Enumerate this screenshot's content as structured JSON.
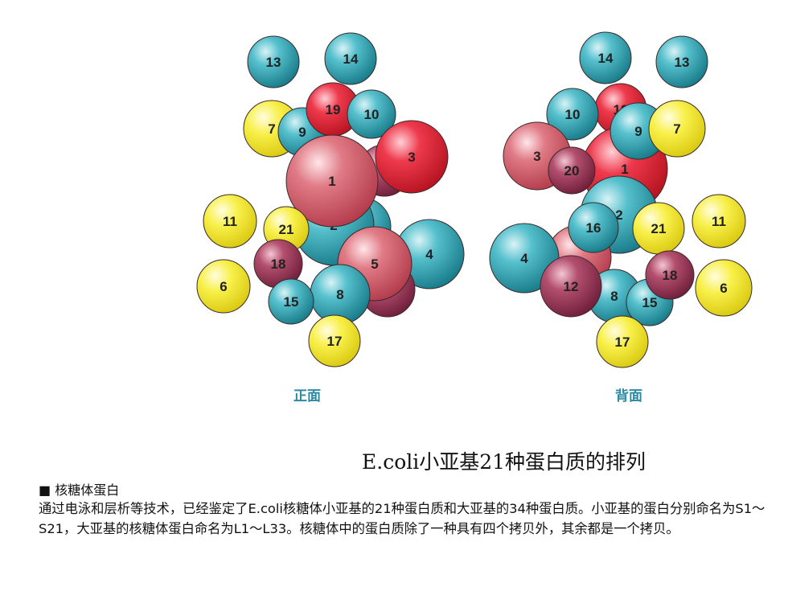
{
  "views": [
    {
      "label": "正面",
      "spheres": [
        {
          "n": "13",
          "c": "cyan"
        },
        {
          "n": "14",
          "c": "cyan"
        },
        {
          "n": "7",
          "c": "yellow"
        },
        {
          "n": "9",
          "c": "cyan"
        },
        {
          "n": "19",
          "c": "red"
        },
        {
          "n": "10",
          "c": "cyan"
        },
        {
          "n": "",
          "c": "dark"
        },
        {
          "n": "3",
          "c": "red"
        },
        {
          "n": "",
          "c": "cyan"
        },
        {
          "n": "2",
          "c": "cyan"
        },
        {
          "n": "1",
          "c": "pink"
        },
        {
          "n": "11",
          "c": "yellow"
        },
        {
          "n": "21",
          "c": "yellow"
        },
        {
          "n": "4",
          "c": "cyan"
        },
        {
          "n": "",
          "c": "dark"
        },
        {
          "n": "5",
          "c": "pink"
        },
        {
          "n": "18",
          "c": "dark"
        },
        {
          "n": "6",
          "c": "yellow"
        },
        {
          "n": "8",
          "c": "cyan"
        },
        {
          "n": "15",
          "c": "cyan"
        },
        {
          "n": "17",
          "c": "yellow"
        }
      ]
    },
    {
      "label": "背面",
      "spheres": [
        {
          "n": "14",
          "c": "cyan"
        },
        {
          "n": "13",
          "c": "cyan"
        },
        {
          "n": "19",
          "c": "red"
        },
        {
          "n": "10",
          "c": "cyan"
        },
        {
          "n": "1",
          "c": "red"
        },
        {
          "n": "3",
          "c": "pink"
        },
        {
          "n": "9",
          "c": "cyan"
        },
        {
          "n": "7",
          "c": "yellow"
        },
        {
          "n": "20",
          "c": "dark"
        },
        {
          "n": "2",
          "c": "cyan"
        },
        {
          "n": "",
          "c": "pink"
        },
        {
          "n": "4",
          "c": "cyan"
        },
        {
          "n": "16",
          "c": "cyan"
        },
        {
          "n": "21",
          "c": "yellow"
        },
        {
          "n": "11",
          "c": "yellow"
        },
        {
          "n": "8",
          "c": "cyan"
        },
        {
          "n": "15",
          "c": "cyan"
        },
        {
          "n": "12",
          "c": "dark"
        },
        {
          "n": "18",
          "c": "dark"
        },
        {
          "n": "6",
          "c": "yellow"
        },
        {
          "n": "17",
          "c": "yellow"
        }
      ]
    }
  ],
  "colors": {
    "cyan": "#35a9b8",
    "red": "#e8283c",
    "pink": "#d86470",
    "dark": "#a83f60",
    "yellow": "#f7ee3a",
    "view_label": "#2b8aa3"
  },
  "caption": "E.coli小亚基21种蛋白质的排列",
  "section": {
    "heading": "■ 核糖体蛋白",
    "body": "通过电泳和层析等技术，已经鉴定了E.coli核糖体小亚基的21种蛋白质和大亚基的34种蛋白质。小亚基的蛋白分别命名为S1～S21，大亚基的核糖体蛋白命名为L1～L33。核糖体中的蛋白质除了一种具有四个拷贝外，其余都是一个拷贝。"
  }
}
